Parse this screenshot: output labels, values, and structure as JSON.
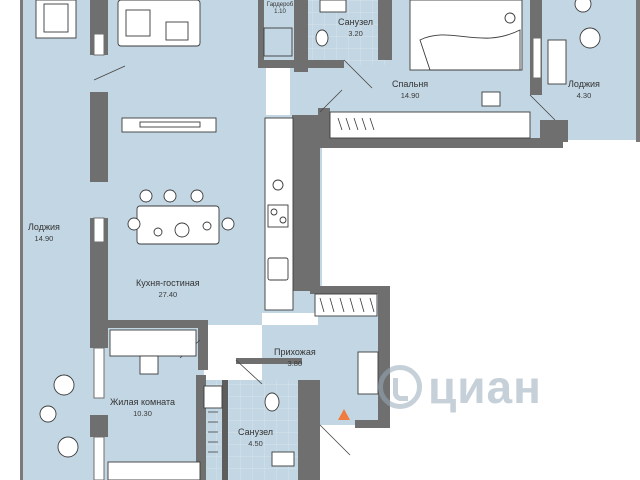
{
  "colors": {
    "floor": "#c3d6e3",
    "wall": "#6f6f6f",
    "wall_dark": "#5d5d5d",
    "window": "#ffffff",
    "tile_line": "#d7e4ee",
    "furniture_line": "#3b3b3b",
    "entrance_marker": "#f07b3f"
  },
  "rooms": {
    "bathroom_top": {
      "name": "Санузел",
      "area": "3.20"
    },
    "bedroom": {
      "name": "Спальня",
      "area": "14.90"
    },
    "loggia_right": {
      "name": "Лоджия",
      "area": "4.30"
    },
    "wardrobe": {
      "name": "Гардероб",
      "area": "1.10"
    },
    "loggia_left": {
      "name": "Лоджия",
      "area": "14.90"
    },
    "kitchen_living": {
      "name": "Кухня-гостиная",
      "area": "27.40"
    },
    "hallway": {
      "name": "Прихожая",
      "area": "3.80"
    },
    "living_room": {
      "name": "Жилая комната",
      "area": "10.30"
    },
    "bathroom_bottom": {
      "name": "Санузел",
      "area": "4.50"
    }
  },
  "icons": {
    "entrance": "entrance-triangle-icon",
    "watermark": "cian-logo-icon"
  },
  "watermark": {
    "text": "циан"
  }
}
